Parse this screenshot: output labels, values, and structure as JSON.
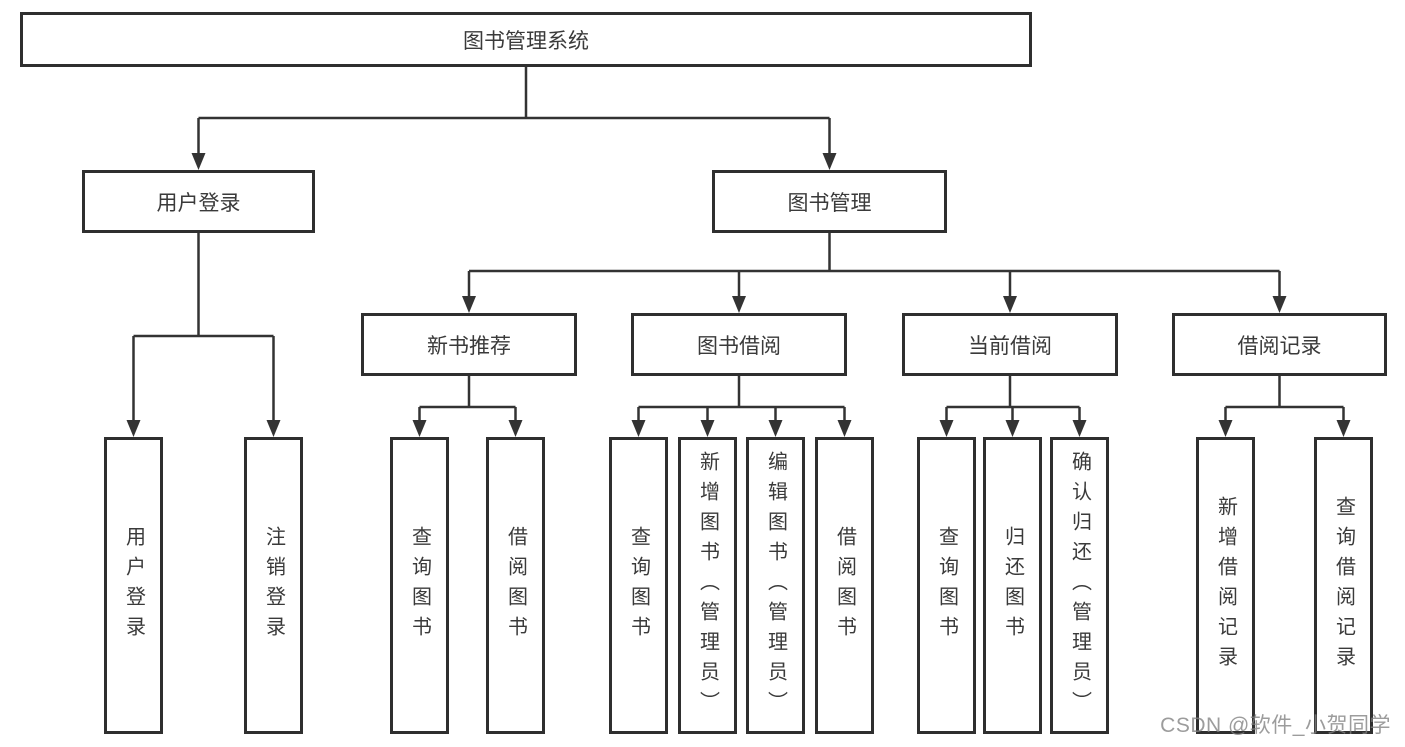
{
  "diagram": {
    "root": {
      "label": "图书管理系统"
    },
    "branches": [
      {
        "label": "用户登录",
        "children": [
          {
            "label": "用户登录"
          },
          {
            "label": "注销登录"
          }
        ]
      },
      {
        "label": "图书管理",
        "children": [
          {
            "label": "新书推荐",
            "children": [
              {
                "label": "查询图书"
              },
              {
                "label": "借阅图书"
              }
            ]
          },
          {
            "label": "图书借阅",
            "children": [
              {
                "label": "查询图书"
              },
              {
                "label": "新增图书（管理员）"
              },
              {
                "label": "编辑图书（管理员）"
              },
              {
                "label": "借阅图书"
              }
            ]
          },
          {
            "label": "当前借阅",
            "children": [
              {
                "label": "查询图书"
              },
              {
                "label": "归还图书"
              },
              {
                "label": "确认归还（管理员）"
              }
            ]
          },
          {
            "label": "借阅记录",
            "children": [
              {
                "label": "新增借阅记录"
              },
              {
                "label": "查询借阅记录"
              }
            ]
          }
        ]
      }
    ]
  },
  "watermark": {
    "text": "CSDN @软件_小贺同学"
  },
  "colors": {
    "line": "#333333",
    "box_border": "#2f2f2f",
    "box_fill": "#ffffff",
    "text": "#3a3a3a",
    "watermark": "#9a9a9a"
  }
}
